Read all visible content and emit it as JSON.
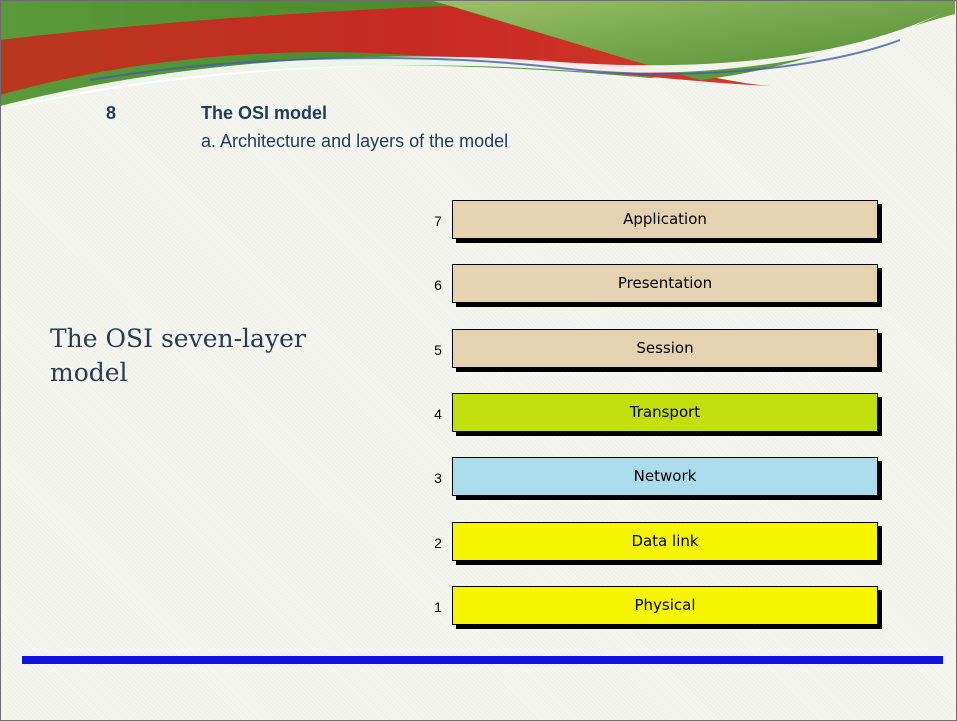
{
  "slide": {
    "number": "8",
    "heading": "The OSI model",
    "subheading": "a. Architecture and layers of the model"
  },
  "caption": "The OSI seven-layer model",
  "diagram": {
    "layers": [
      {
        "number": "7",
        "name": "Application",
        "color": "#e4d2b0"
      },
      {
        "number": "6",
        "name": "Presentation",
        "color": "#e4d2b0"
      },
      {
        "number": "5",
        "name": "Session",
        "color": "#e4d2b0"
      },
      {
        "number": "4",
        "name": "Transport",
        "color": "#c2df0e"
      },
      {
        "number": "3",
        "name": "Network",
        "color": "#abdceb"
      },
      {
        "number": "2",
        "name": "Data link",
        "color": "#f6f600"
      },
      {
        "number": "1",
        "name": "Physical",
        "color": "#f6f600"
      }
    ]
  },
  "colors": {
    "banner_red": "#c02c25",
    "banner_green": "#4a8a2c",
    "divider_blue": "#1010e0",
    "heading_text": "#1f3b5a"
  }
}
